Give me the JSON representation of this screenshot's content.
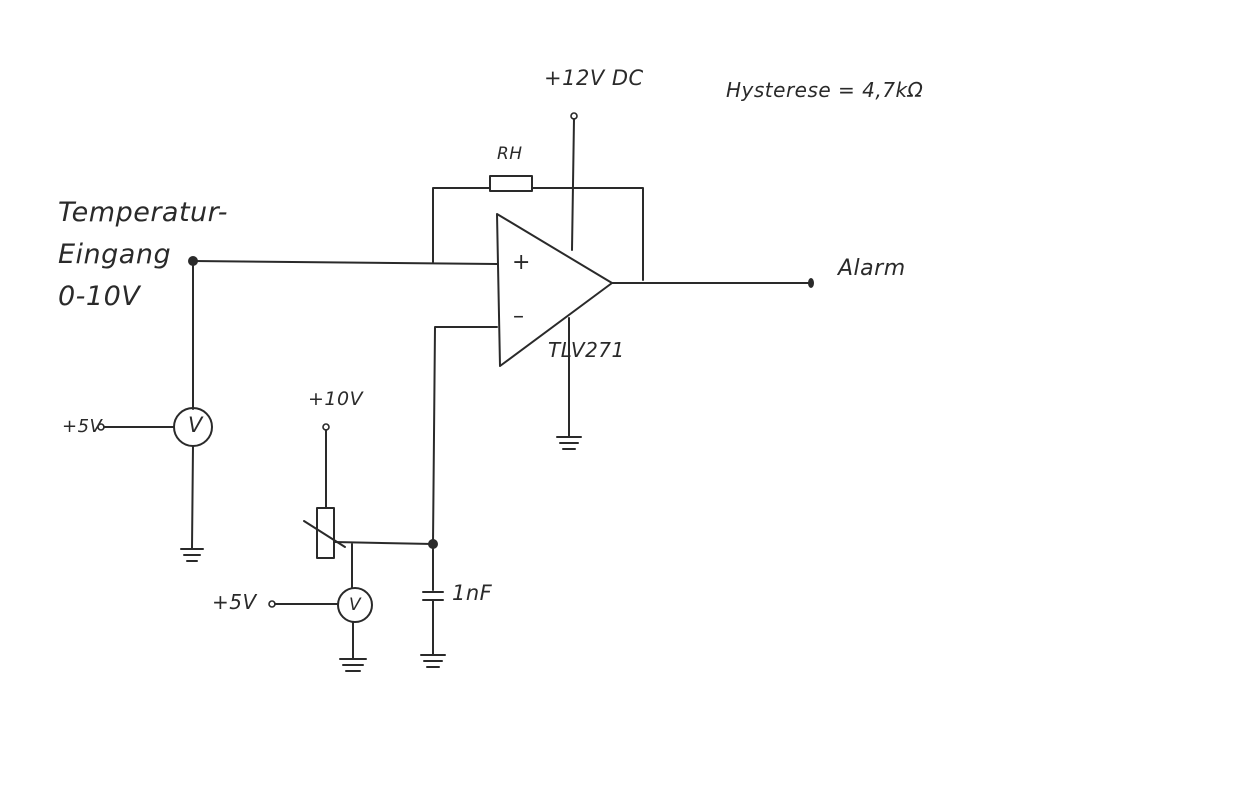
{
  "labels": {
    "temperature_input": [
      "Temperatur-",
      "Eingang",
      "0-10V"
    ],
    "supply": "+12V DC",
    "hysteresis": "Hysterese = 4,7kΩ",
    "feedback_resistor": "RH",
    "output": "Alarm",
    "opamp": "TLV271",
    "plus_input": "+",
    "minus_input": "–",
    "voltmeter_1_supply": "+5V",
    "voltmeter_1_symbol": "V",
    "pot_supply": "+10V",
    "voltmeter_2_supply": "+5V",
    "voltmeter_2_symbol": "V",
    "capacitor": "1nF"
  },
  "colors": {
    "ink": "#2a2a2a",
    "paper": "#ffffff"
  }
}
